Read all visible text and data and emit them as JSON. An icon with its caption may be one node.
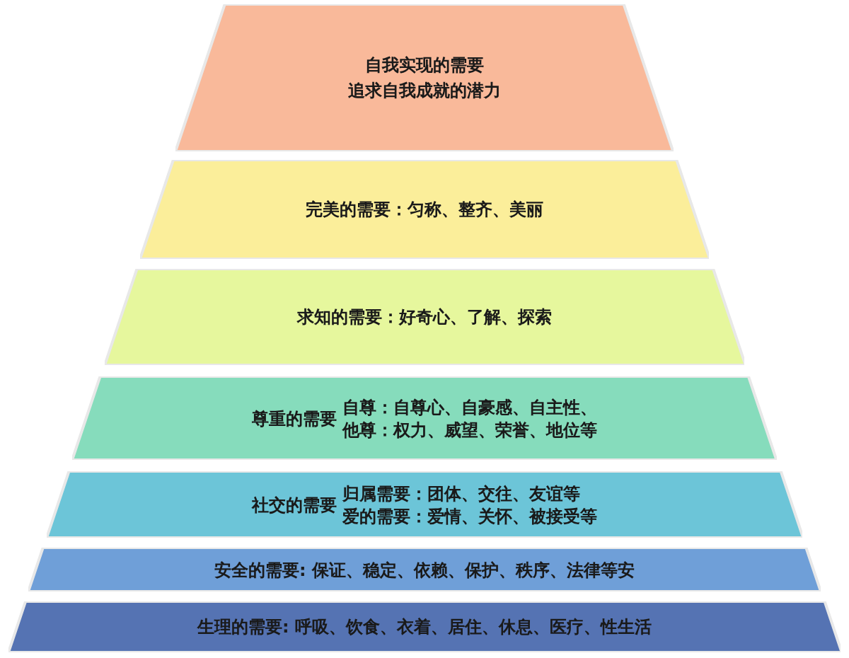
{
  "diagram": {
    "nodes": [
      {
        "text": [
          "自我实现的需要",
          "追求自我成就的潜力"
        ]
      },
      {
        "text": [
          "完美的需要：匀称、整齐、美丽"
        ]
      },
      {
        "text": [
          "求知的需要：好奇心、了解、探索"
        ]
      },
      {
        "text": [
          "尊重的需要",
          "自尊：自尊心、自豪感、自主性、",
          "他尊：权力、威望、荣誉、地位等"
        ]
      },
      {
        "text": [
          "社交的需要",
          "归属需要：团体、交往、友谊等",
          "爱的需要：爱情、关怀、被接受等"
        ]
      },
      {
        "text": [
          "安全的需要: 保证、稳定、依赖、保护、秩序、法律等安"
        ]
      },
      {
        "text": [
          "生理的需要: 呼吸、饮食、衣着、居住、休息、医疗、性生活"
        ]
      }
    ]
  }
}
